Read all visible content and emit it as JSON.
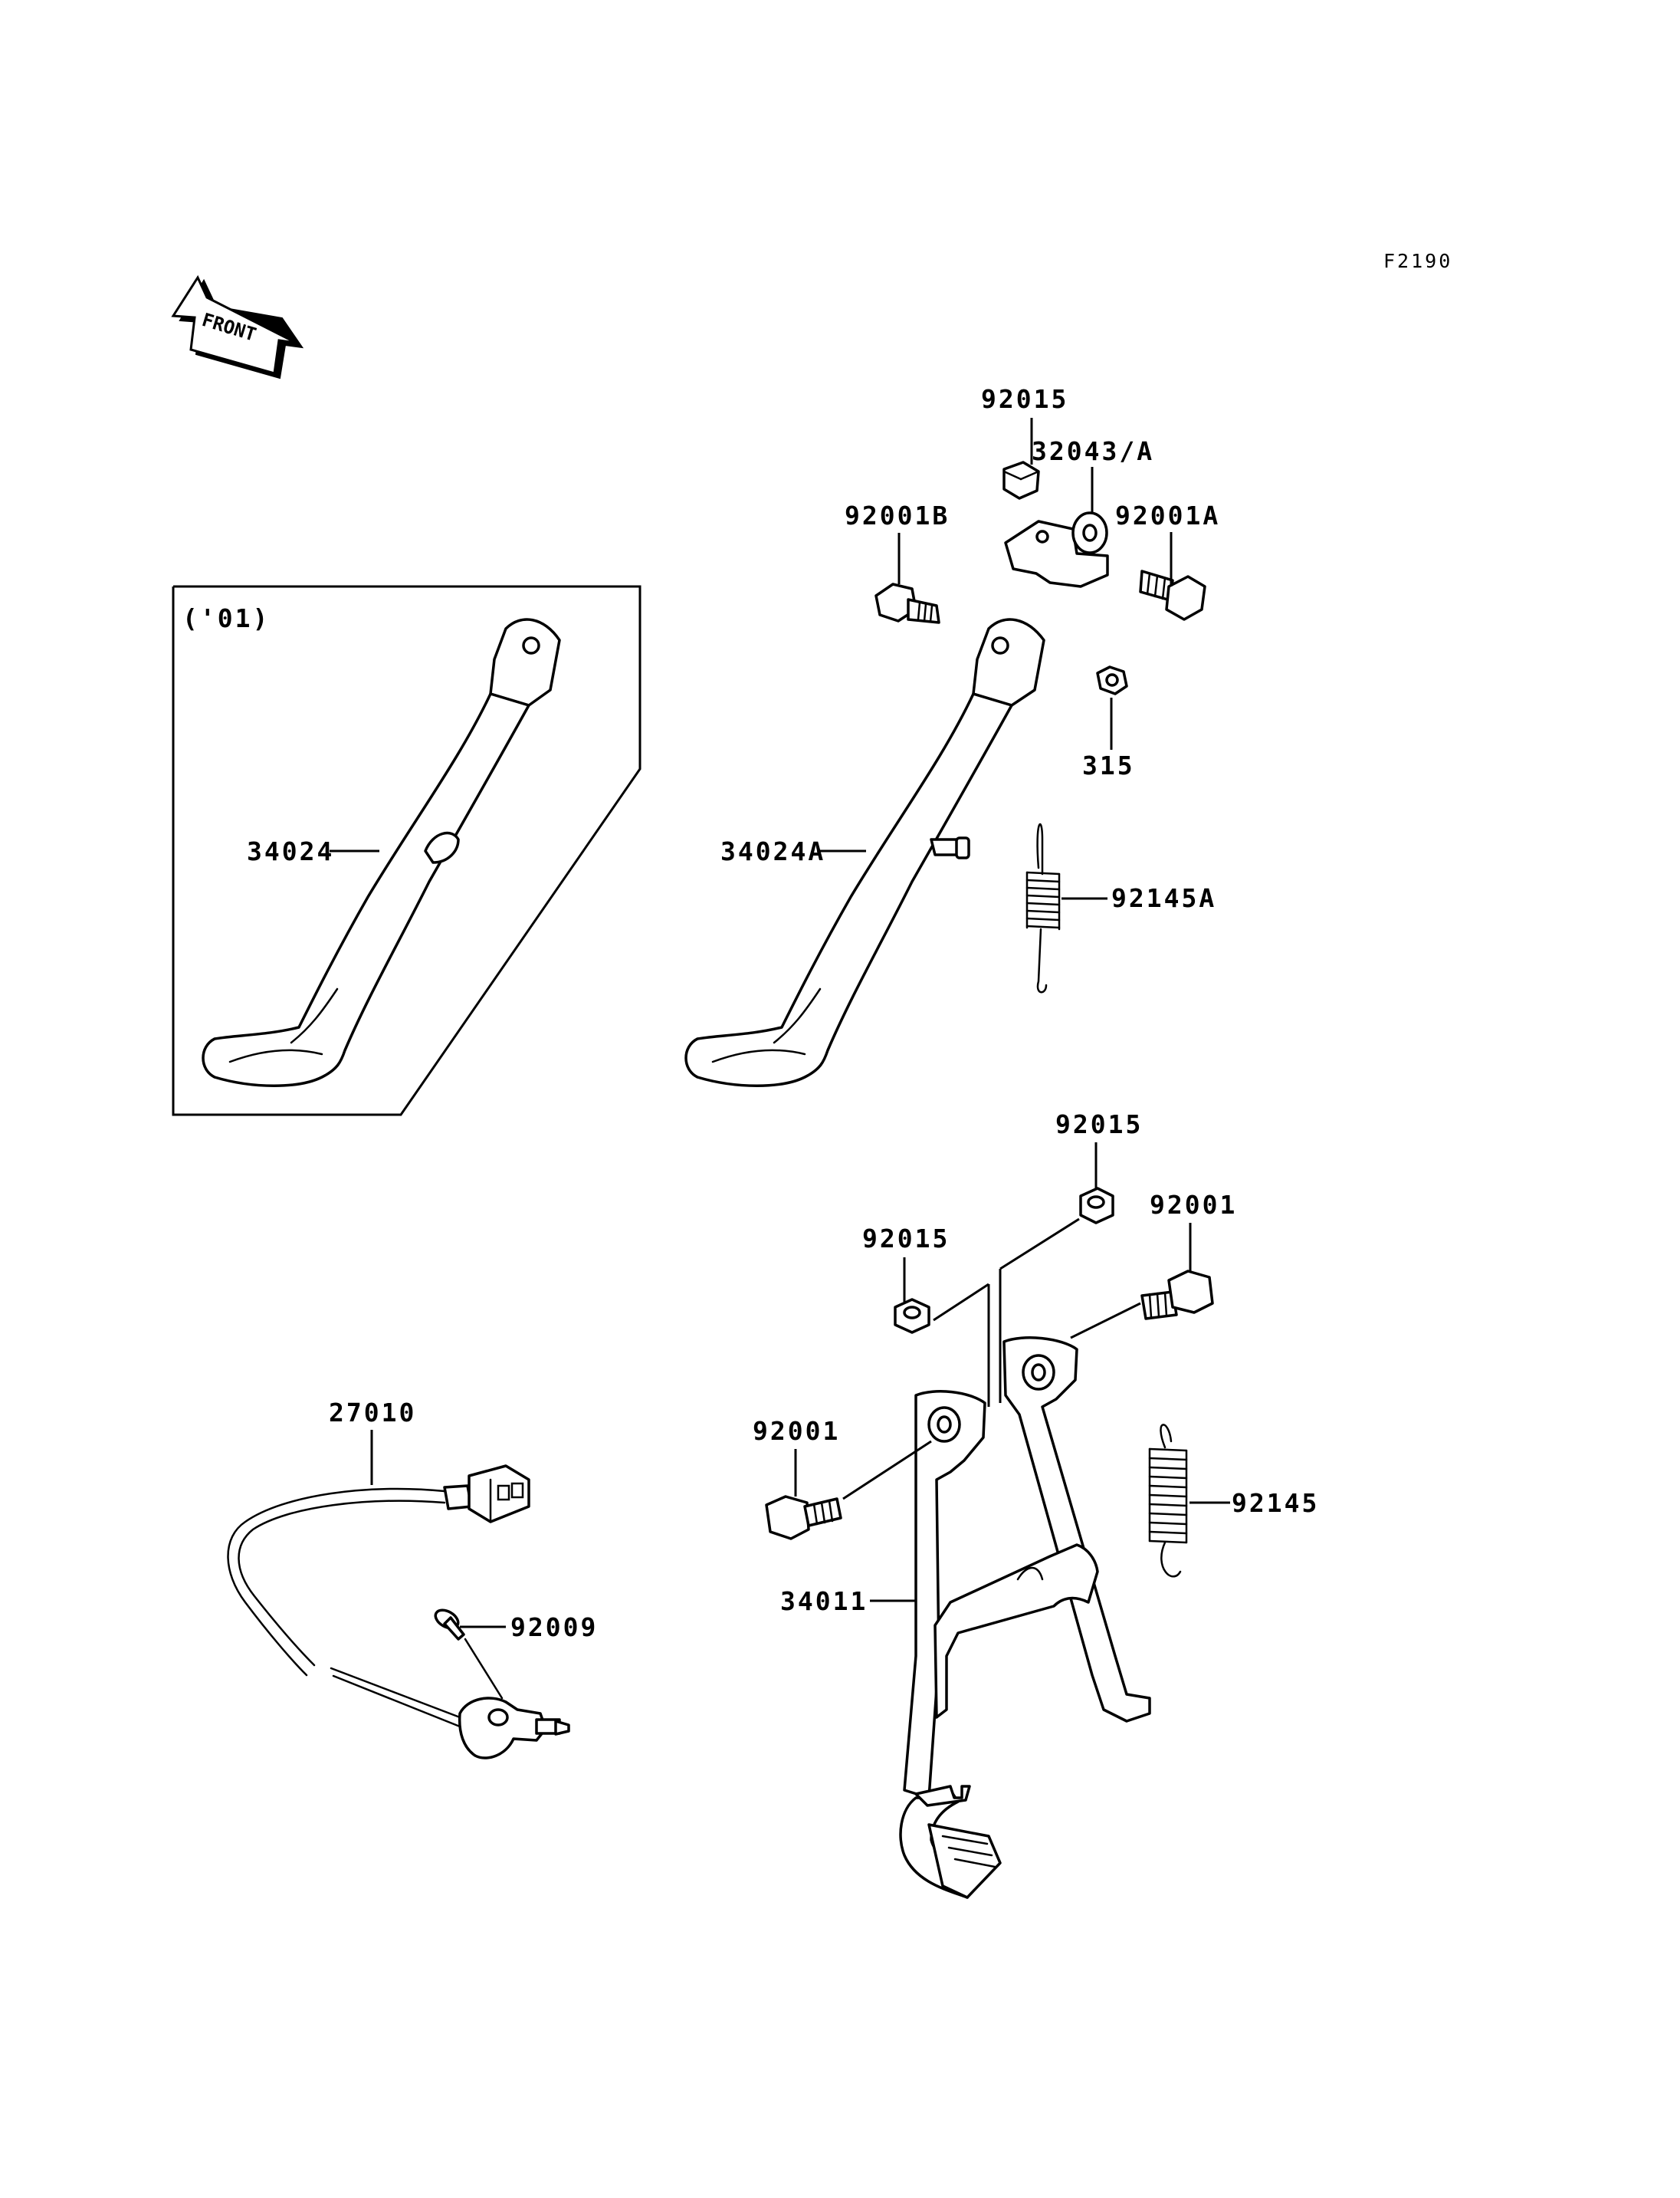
{
  "figure_code": "F2190",
  "front_label": "FRONT",
  "inset_label": "('01)",
  "callouts": {
    "c92015_top": "92015",
    "c32043": "32043/A",
    "c92001B": "92001B",
    "c92001A": "92001A",
    "c315": "315",
    "c34024": "34024",
    "c34024A": "34024A",
    "c92145A": "92145A",
    "c92015_mid": "92015",
    "c92001_right": "92001",
    "c92015_left": "92015",
    "c27010": "27010",
    "c92001_left": "92001",
    "c92145": "92145",
    "c34011": "34011",
    "c92009": "92009"
  }
}
